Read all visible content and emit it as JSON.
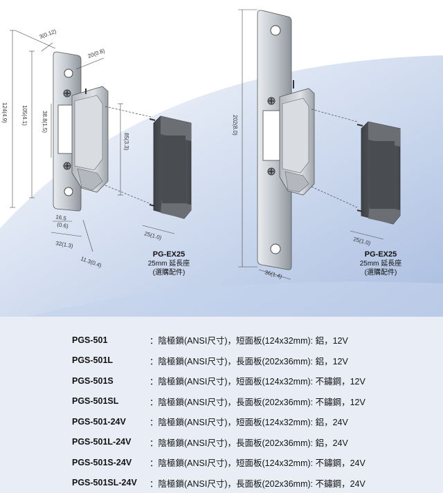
{
  "dimensions_left": {
    "d1": "3(0.12)",
    "d2": "20(0.8)",
    "d3": "124(4.9)",
    "d4": "105(4.1)",
    "d5": "38.8(1.5)",
    "d6": "85(3.3)",
    "d7": "16.5",
    "d8": "(0.6)",
    "d9": "32(1.3)",
    "d10": "11.3(0.4)",
    "d11": "25(1.0)"
  },
  "dimensions_right": {
    "d1": "202(8.0)",
    "d2": "36(1.4)",
    "d3": "25(1.0)"
  },
  "accessory_left": {
    "model": "PG-EX25",
    "line1": "25mm 延長座",
    "line2": "(選購配件)"
  },
  "accessory_right": {
    "model": "PG-EX25",
    "line1": "25mm 延長座",
    "line2": "(選購配件)"
  },
  "colors": {
    "steel": "#c9cdd2",
    "dark_part": "#54575c",
    "bg_blue": "#b8c9e6"
  },
  "models": [
    {
      "name": "PGS-501",
      "desc": "：陰極鎖(ANSI尺寸)，短面板(124x32mm): 鋁，12V"
    },
    {
      "name": "PGS-501L",
      "desc": "：陰極鎖(ANSI尺寸)，長面板(202x36mm): 鋁，12V"
    },
    {
      "name": "PGS-501S",
      "desc": "：陰極鎖(ANSI尺寸)，短面板(124x32mm): 不鏽鋼，12V"
    },
    {
      "name": "PGS-501SL",
      "desc": "：陰極鎖(ANSI尺寸)，長面板(202x36mm): 不鏽鋼，12V"
    },
    {
      "name": "PGS-501-24V",
      "desc": "：陰極鎖(ANSI尺寸)，短面板(124x32mm): 鋁，24V"
    },
    {
      "name": "PGS-501L-24V",
      "desc": "：陰極鎖(ANSI尺寸)，長面板(202x36mm): 鋁，24V"
    },
    {
      "name": "PGS-501S-24V",
      "desc": "：陰極鎖(ANSI尺寸)，短面板(124x32mm): 不鏽鋼，24V"
    },
    {
      "name": "PGS-501SL-24V",
      "desc": "：陰極鎖(ANSI尺寸)，長面板(202x36mm): 不鏽鋼，24V"
    }
  ]
}
